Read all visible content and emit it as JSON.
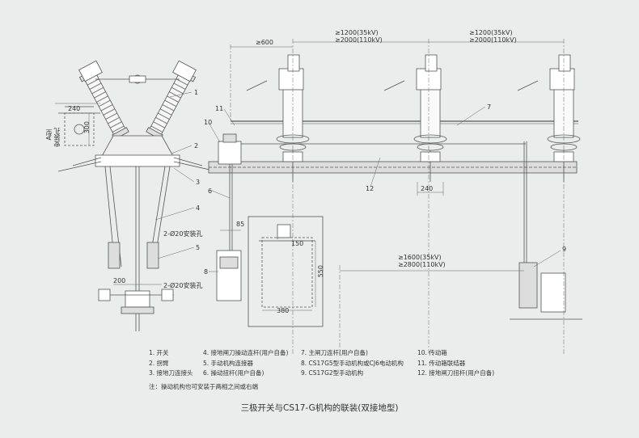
{
  "callouts": [
    "1",
    "2",
    "3",
    "4",
    "5",
    "6",
    "7",
    "8",
    "9",
    "10",
    "11",
    "12"
  ],
  "dimensions": {
    "d240": "240",
    "d300": "300",
    "a_hole": "A型",
    "mount_hole": "安装孔",
    "hole1": "2-Ø20安装孔",
    "hole2": "2-Ø20安装孔",
    "d200": "200",
    "d600": "≥600",
    "span1_a": "≥1200(35kV)",
    "span1_b": "≥2000(110kV)",
    "span2_a": "≥1200(35kV)",
    "span2_b": "≥2000(110kV)",
    "d85": "85",
    "d150": "150",
    "d550": "550",
    "d380": "380",
    "d240b": "240",
    "span3_a": "≥1600(35kV)",
    "span3_b": "≥2800(110kV)"
  },
  "legend": {
    "col1": [
      "1. 开关",
      "2. 拐臂",
      "3. 接地刀连接头"
    ],
    "col2": [
      "4. 接地闸刀操动连杆(用户自备)",
      "5. 手动机构连接器",
      "6. 操动扭杆(用户自备)"
    ],
    "col3": [
      "7. 主闸刀连杆(用户自备)",
      "8. CS17G5型手动机构或CJ6电动机构",
      "9. CS17G2型手动机构"
    ],
    "col4": [
      "10. 传动箱",
      "11. 传动箱联结器",
      "12. 接地闸刀扭杆(用户自备)"
    ]
  },
  "note": "注：操动机构也可安装于两相之间或右端",
  "caption": "三极开关与CS17-G机构的联装(双接地型)",
  "colors": {
    "line": "#555555",
    "accent": "#cccccc",
    "background": "#ebecec"
  }
}
